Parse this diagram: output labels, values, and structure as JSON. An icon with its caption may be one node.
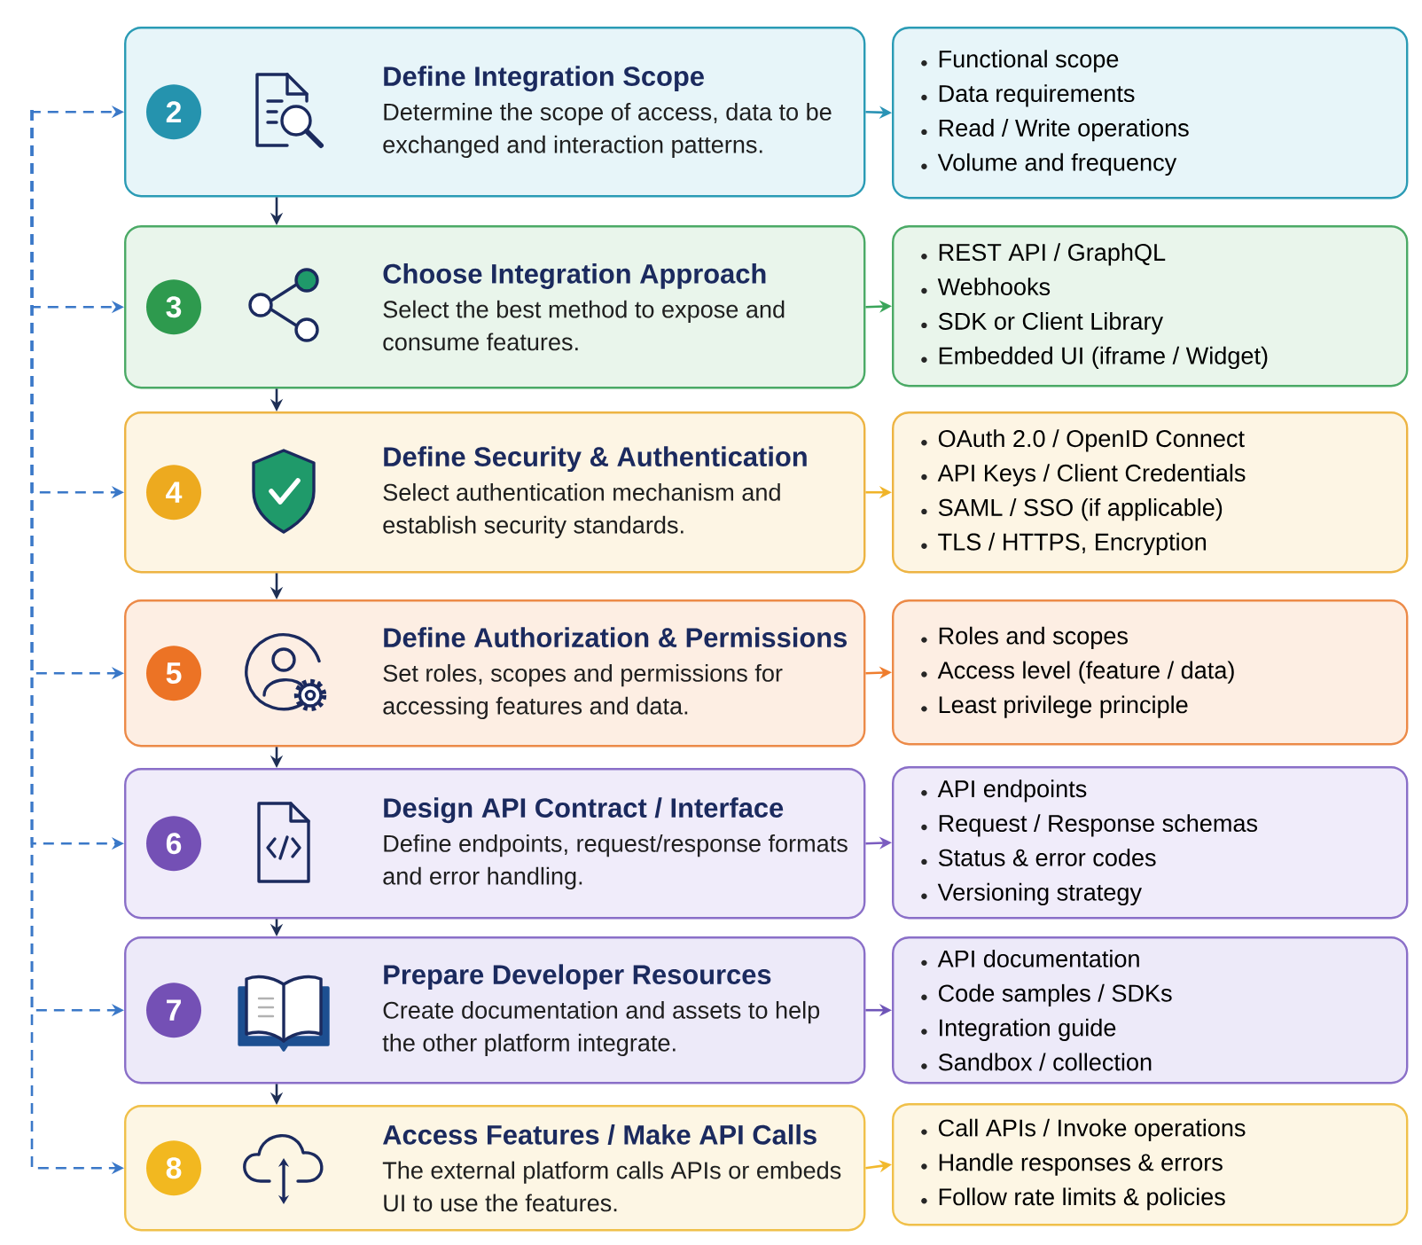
{
  "diagram": {
    "nodes": [
      {
        "text": [
          "Define Integration Scope",
          "Determine the scope of access, data to be exchanged and interaction patterns."
        ]
      },
      {
        "text": [
          "2"
        ],
        "in": 0
      },
      {
        "text": [
          "Functional scope",
          "Data requirements",
          "Read / Write operations",
          "Volume and frequency"
        ]
      },
      {
        "text": [
          "Choose Integration Approach",
          "Select the best method to expose and consume features."
        ]
      },
      {
        "text": [
          "3"
        ],
        "in": 3
      },
      {
        "text": [
          "REST API / GraphQL",
          "Webhooks",
          "SDK or Client Library",
          "Embedded UI (iframe / Widget)"
        ]
      },
      {
        "text": [
          "Define Security & Authentication",
          "Select authentication mechanism and establish security standards."
        ]
      },
      {
        "text": [
          "4"
        ],
        "in": 6
      },
      {
        "text": [
          "OAuth 2.0 / OpenID Connect",
          "API Keys / Client Credentials",
          "SAML / SSO (if applicable)",
          "TLS / HTTPS, Encryption"
        ]
      },
      {
        "text": [
          "Define Authorization & Permissions",
          "Set roles, scopes and permissions for accessing features and data."
        ]
      },
      {
        "text": [
          "5"
        ],
        "in": 9
      },
      {
        "text": [
          "Roles and scopes",
          "Access level (feature / data)",
          "Least privilege principle"
        ]
      },
      {
        "text": [
          "Design API Contract / Interface",
          "Define endpoints, request/response formats and error handling."
        ]
      },
      {
        "text": [
          "6"
        ],
        "in": 12
      },
      {
        "text": [
          "API endpoints",
          "Request / Response schemas",
          "Status & error codes",
          "Versioning strategy"
        ]
      },
      {
        "text": [
          "Prepare Developer Resources",
          "Create documentation and assets to help the other platform integrate."
        ]
      },
      {
        "text": [
          "7"
        ],
        "in": 15
      },
      {
        "text": [
          "API documentation",
          "Code samples / SDKs",
          "Integration guide",
          "Sandbox / collection"
        ]
      },
      {
        "text": [
          "Access Features / Make API Calls",
          "The external platform calls APIs or embeds UI to use the features."
        ]
      },
      {
        "text": [
          "8"
        ],
        "in": 18
      },
      {
        "text": [
          "Call APIs / Invoke operations",
          "Handle responses & errors",
          "Follow rate limits & policies"
        ]
      }
    ],
    "edges": [
      {
        "from": 0,
        "to": 2,
        "arrow": "to",
        "color": "#2a93b5"
      },
      {
        "from": 0,
        "to": 3,
        "arrow": "to",
        "color": "#1e2f55"
      },
      {
        "from": 3,
        "to": 5,
        "arrow": "to",
        "color": "#3aa55a"
      },
      {
        "from": 3,
        "to": 6,
        "arrow": "to",
        "color": "#1e2f55"
      },
      {
        "from": 6,
        "to": 8,
        "arrow": "to",
        "color": "#f0b429"
      },
      {
        "from": 6,
        "to": 9,
        "arrow": "to",
        "color": "#1e2f55"
      },
      {
        "from": 9,
        "to": 11,
        "arrow": "to",
        "color": "#ef7d2e"
      },
      {
        "from": 9,
        "to": 12,
        "arrow": "to",
        "color": "#1e2f55"
      },
      {
        "from": 12,
        "to": 14,
        "arrow": "to",
        "color": "#7b5cc0"
      },
      {
        "from": 12,
        "to": 15,
        "arrow": "to",
        "color": "#1e2f55"
      },
      {
        "from": 15,
        "to": 17,
        "arrow": "to",
        "color": "#6f55b8"
      },
      {
        "from": 15,
        "to": 18,
        "arrow": "to",
        "color": "#1e2f55"
      },
      {
        "from": 18,
        "to": 20,
        "arrow": "to",
        "color": "#f2b92c"
      },
      {
        "from": null,
        "to": 0,
        "arrow": "to",
        "style": "dashed",
        "color": "#3a78c8"
      },
      {
        "from": null,
        "to": 3,
        "arrow": "to",
        "style": "dashed",
        "color": "#3a78c8"
      },
      {
        "from": null,
        "to": 6,
        "arrow": "to",
        "style": "dashed",
        "color": "#3a78c8"
      },
      {
        "from": null,
        "to": 9,
        "arrow": "to",
        "style": "dashed",
        "color": "#3a78c8"
      },
      {
        "from": null,
        "to": 12,
        "arrow": "to",
        "style": "dashed",
        "color": "#3a78c8"
      },
      {
        "from": null,
        "to": 15,
        "arrow": "to",
        "style": "dashed",
        "color": "#3a78c8"
      },
      {
        "from": null,
        "to": 18,
        "arrow": "to",
        "style": "dashed",
        "color": "#3a78c8"
      }
    ]
  }
}
